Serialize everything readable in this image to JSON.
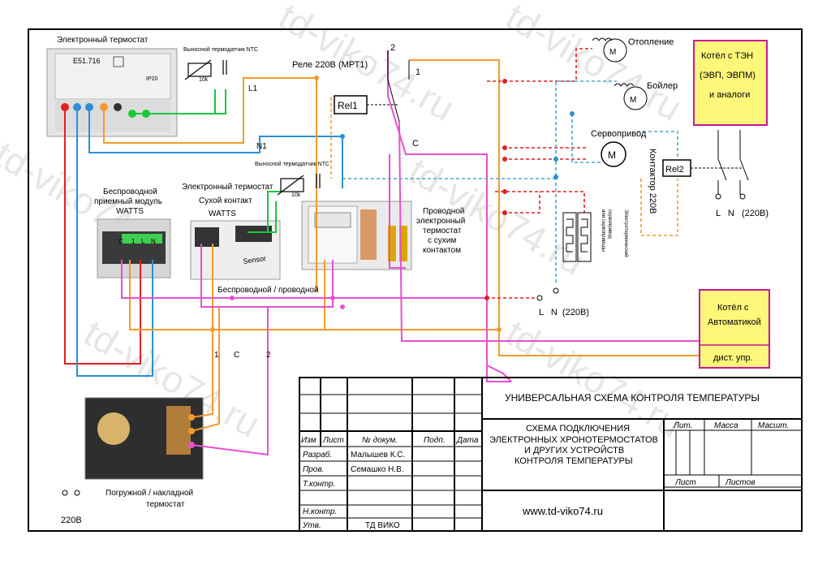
{
  "watermark": "td-viko74.ru",
  "components": {
    "thermostat_electronic": "Электронный термостат",
    "thermostat_model": "E51.716",
    "thermostat_rating": "IP20",
    "ntc_sensor_1": "Выносной термодатчик NTC",
    "ntc_sensor_2": "Выносной термодатчик NTC",
    "ntc_value": "10k",
    "relay_title": "Реле 220В (МРТ1)",
    "relay_label": "Rel1",
    "relay_pin_2": "2",
    "relay_pin_1": "1",
    "relay_pin_c": "С",
    "line_l1": "L1",
    "line_n1": "N1",
    "heating": "Отопление",
    "boiler": "Бойлер",
    "servo": "Сервопривод",
    "motor": "М",
    "contactor": "Контактор 220В",
    "relay2_label": "Rel2",
    "teh_boiler_line1": "Котёл с ТЭН",
    "teh_boiler_line2": "(ЭВП, ЭВПМ)",
    "teh_boiler_line3": "и аналоги",
    "right_supply": "L   N   (220В)",
    "wireless_module_line1": "Беспроводной",
    "wireless_module_line2": "приемный модуль",
    "wireless_module_line3": "WATTS",
    "dry_contact_line1": "Электронный термостат",
    "dry_contact_line2": "Сухой контакт",
    "dry_contact_line3": "WATTS",
    "sensor_word": "Sensor",
    "wired_thermostat_line1": "Проводной",
    "wired_thermostat_line2": "электронный",
    "wired_thermostat_line3": "термостат",
    "wired_thermostat_line4": "с сухим",
    "wired_thermostat_line5": "контактом",
    "electrothermal_line1": "Электротермический",
    "electrothermal_line2": "сервопривод",
    "electrothermal_line3": "или сервоприводы",
    "wireless_wired": "Беспроводной / проводной",
    "mid_supply": "L   N  (220В)",
    "auto_boiler_line1": "Котёл с",
    "auto_boiler_line2": "Автоматикой",
    "remote_control": "дист. упр.",
    "wire_1": "1",
    "wire_c": "С",
    "wire_2": "2",
    "submersible_line1": "Погружной / накладной",
    "submersible_line2": "термостат",
    "left_supply": "220В"
  },
  "title_block": {
    "main_title": "УНИВЕРСАЛЬНАЯ СХЕМА КОНТРОЛЯ ТЕМПЕРАТУРЫ",
    "sub_line1": "СХЕМА ПОДКЛЮЧЕНИЯ",
    "sub_line2": "ЭЛЕКТРОННЫХ ХРОНОТЕРМОСТАТОВ",
    "sub_line3": "И ДРУГИХ УСТРОЙСТВ",
    "sub_line4": "КОНТРОЛЯ ТЕМПЕРАТУРЫ",
    "website": "www.td-viko74.ru",
    "col_izm": "Изм",
    "col_list": "Лист",
    "col_doc": "№ докум.",
    "col_sign": "Подп.",
    "col_date": "Дата",
    "lit": "Лит.",
    "mass": "Масса",
    "scale": "Масшт.",
    "sheet": "Лист",
    "sheets": "Листов",
    "row_razrab": "Разраб.",
    "row_prov": "Пров.",
    "row_tkontr": "Т.контр.",
    "row_nkontr": "Н.контр.",
    "row_utv": "Утв.",
    "name_razrab": "Малышев К.С.",
    "name_prov": "Семашко Н.В.",
    "name_utv": "ТД ВИКО"
  },
  "colors": {
    "wire_orange": "#f39a2b",
    "wire_magenta": "#e84fd1",
    "wire_red": "#e31e24",
    "wire_blue": "#2a8fd6",
    "wire_green": "#18c93a",
    "wire_teal": "#4aa7c9",
    "box_border": "#c8159b",
    "box_fill": "#fff77a"
  }
}
